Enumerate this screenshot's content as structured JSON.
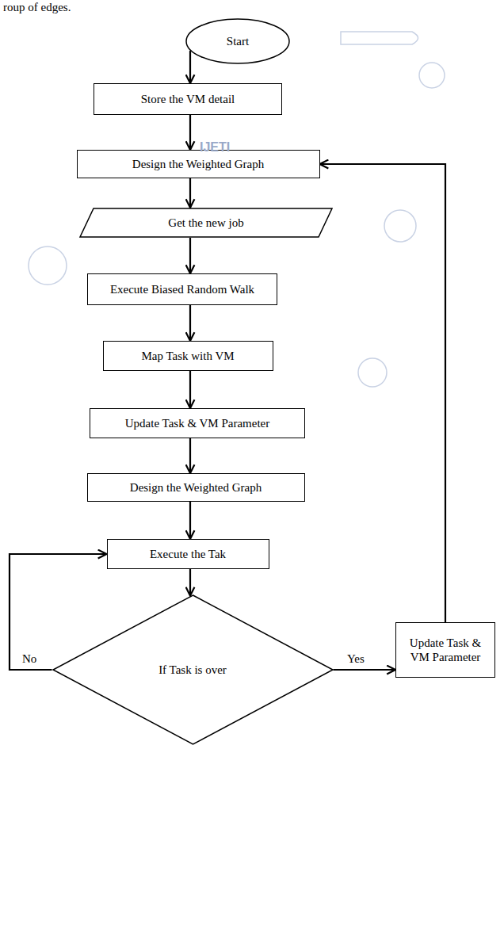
{
  "diagram": {
    "nodes": [
      {
        "text": [
          "Start"
        ]
      },
      {
        "text": [
          "Store the VM detail"
        ]
      },
      {
        "text": [
          "Design the Weighted Graph"
        ]
      },
      {
        "text": [
          "Get the new job"
        ]
      },
      {
        "text": [
          "Execute Biased Random Walk"
        ]
      },
      {
        "text": [
          "Map Task with VM"
        ]
      },
      {
        "text": [
          "Update Task & VM Parameter"
        ]
      },
      {
        "text": [
          "Design the Weighted Graph"
        ]
      },
      {
        "text": [
          "Execute the Tak"
        ]
      },
      {
        "text": [
          "If Task is over"
        ]
      },
      {
        "text": [
          "Update Task & VM Parameter"
        ]
      }
    ],
    "edges": [
      {
        "from": 0,
        "to": 1,
        "arrow": "to"
      },
      {
        "from": 1,
        "to": 2,
        "arrow": "to"
      },
      {
        "from": 2,
        "to": 3,
        "arrow": "to"
      },
      {
        "from": 3,
        "to": 4,
        "arrow": "to"
      },
      {
        "from": 4,
        "to": 5,
        "arrow": "to"
      },
      {
        "from": 5,
        "to": 6,
        "arrow": "to"
      },
      {
        "from": 6,
        "to": 7,
        "arrow": "to"
      },
      {
        "from": 7,
        "to": 8,
        "arrow": "to"
      },
      {
        "from": 8,
        "to": 9,
        "arrow": "to"
      },
      {
        "from": 9,
        "to": 8,
        "label": "No",
        "arrow": "to"
      },
      {
        "from": 9,
        "to": 10,
        "label": "Yes",
        "arrow": "to"
      },
      {
        "from": 10,
        "to": 2,
        "arrow": "to"
      }
    ],
    "labels": [
      "roup of edges.",
      "IJETI"
    ]
  }
}
